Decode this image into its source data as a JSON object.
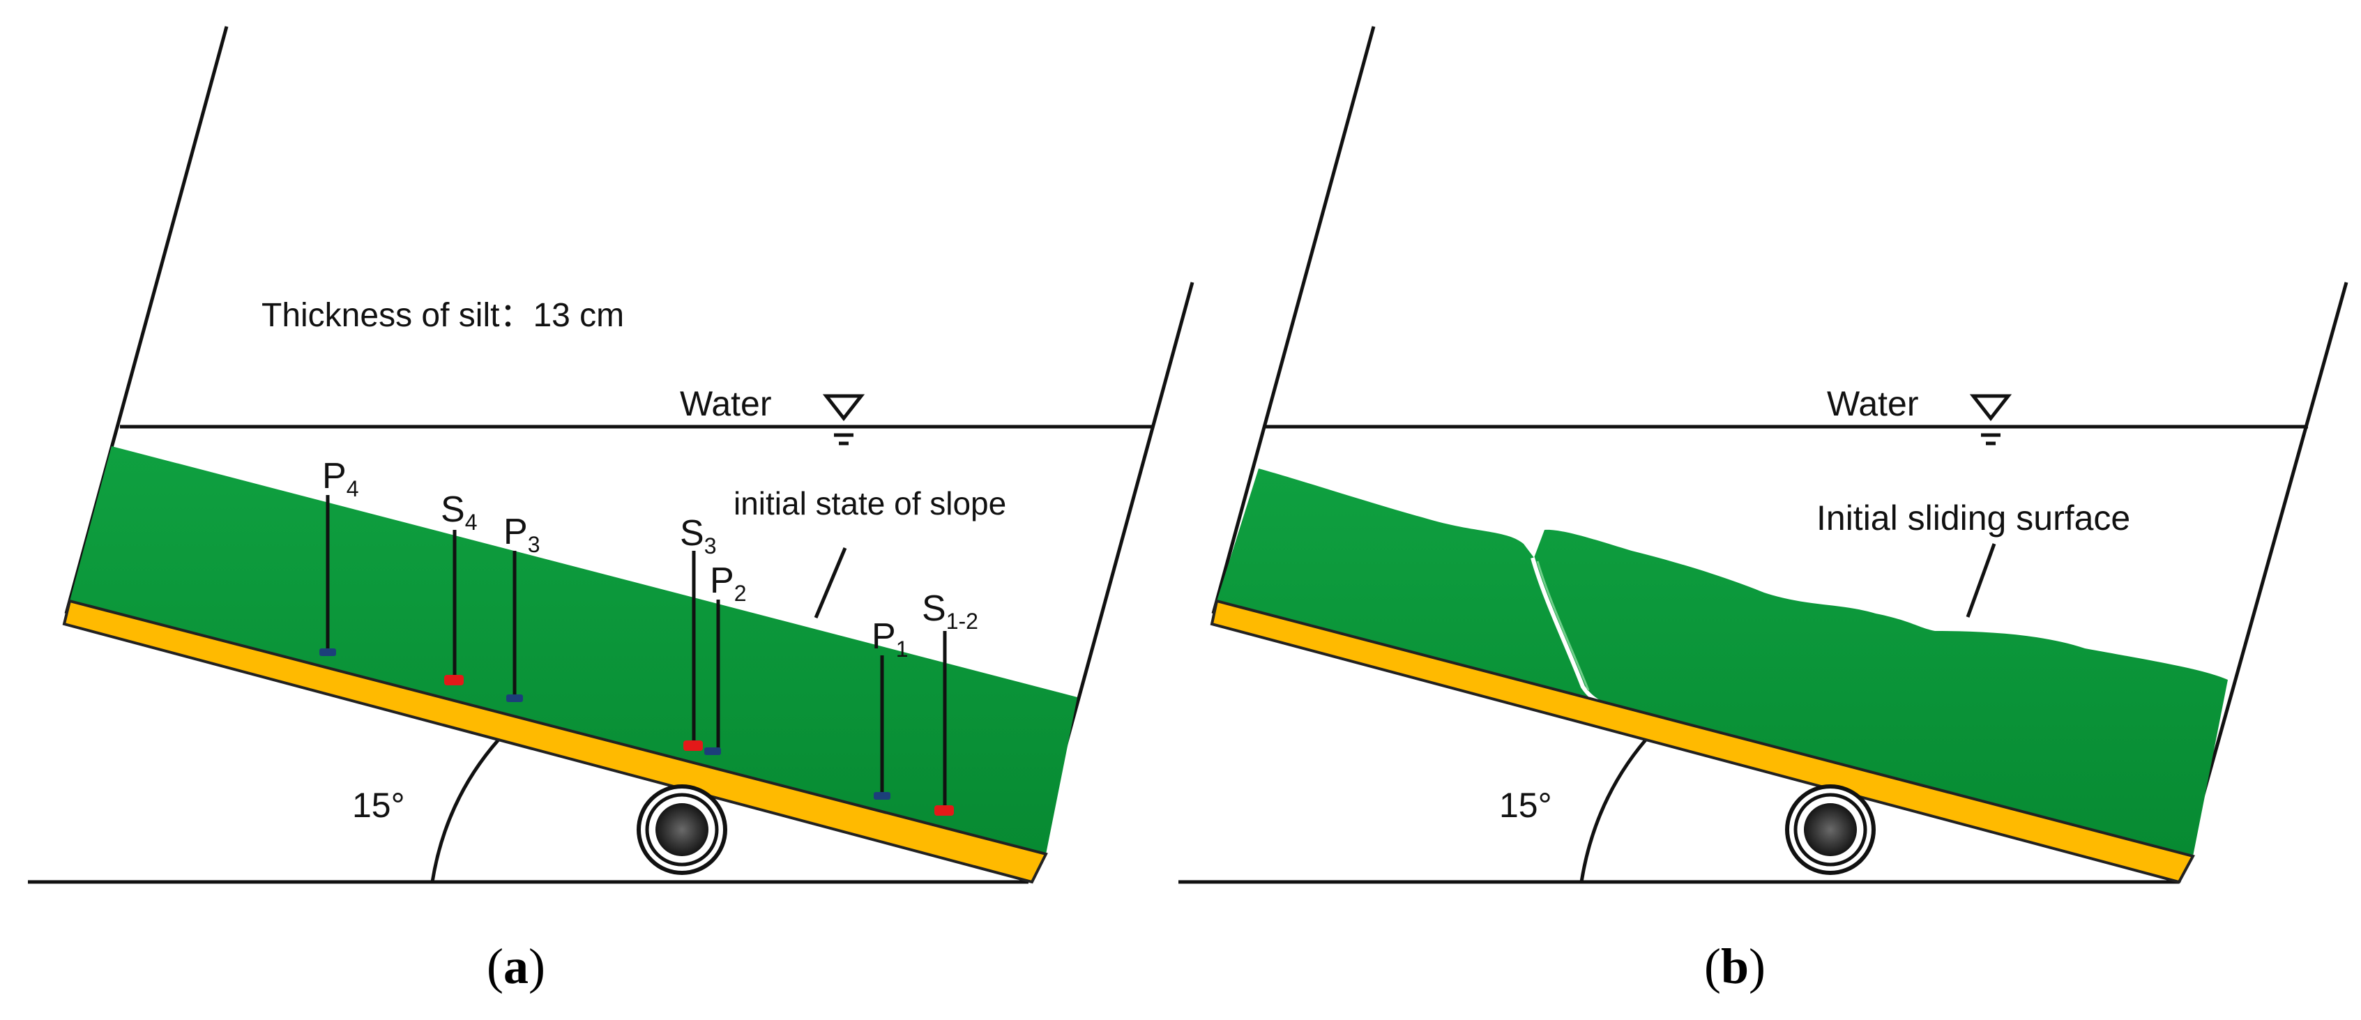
{
  "colors": {
    "soil": "#0b9438",
    "soil_dark": "#08802f",
    "base": "#ffba00",
    "base_stroke": "#222222",
    "pressure_sensor": "#1c3f7a",
    "displacement_sensor": "#e31919",
    "line": "#111111"
  },
  "icons": {
    "water_level": "water-level-triangle-icon",
    "roller": "roller-wheel-icon"
  },
  "panel_a": {
    "thickness_label": "Thickness of silt：13 cm",
    "water_label": "Water",
    "slope_label": "initial state of slope",
    "angle_label": "15°",
    "caption_open": "(",
    "caption_letter": "a",
    "caption_close": ")",
    "sensors": [
      {
        "id": "P4",
        "main": "P",
        "sub": "4",
        "kind": "pressure"
      },
      {
        "id": "S4",
        "main": "S",
        "sub": "4",
        "kind": "displacement"
      },
      {
        "id": "P3",
        "main": "P",
        "sub": "3",
        "kind": "pressure"
      },
      {
        "id": "S3",
        "main": "S",
        "sub": "3",
        "kind": "displacement"
      },
      {
        "id": "P2",
        "main": "P",
        "sub": "2",
        "kind": "pressure"
      },
      {
        "id": "P1",
        "main": "P",
        "sub": "1",
        "kind": "pressure"
      },
      {
        "id": "S1-2",
        "main": "S",
        "sub": "1-2",
        "kind": "displacement"
      }
    ]
  },
  "panel_b": {
    "water_label": "Water",
    "surface_label": "Initial sliding surface",
    "angle_label": "15°",
    "caption_open": "(",
    "caption_letter": "b",
    "caption_close": ")"
  }
}
